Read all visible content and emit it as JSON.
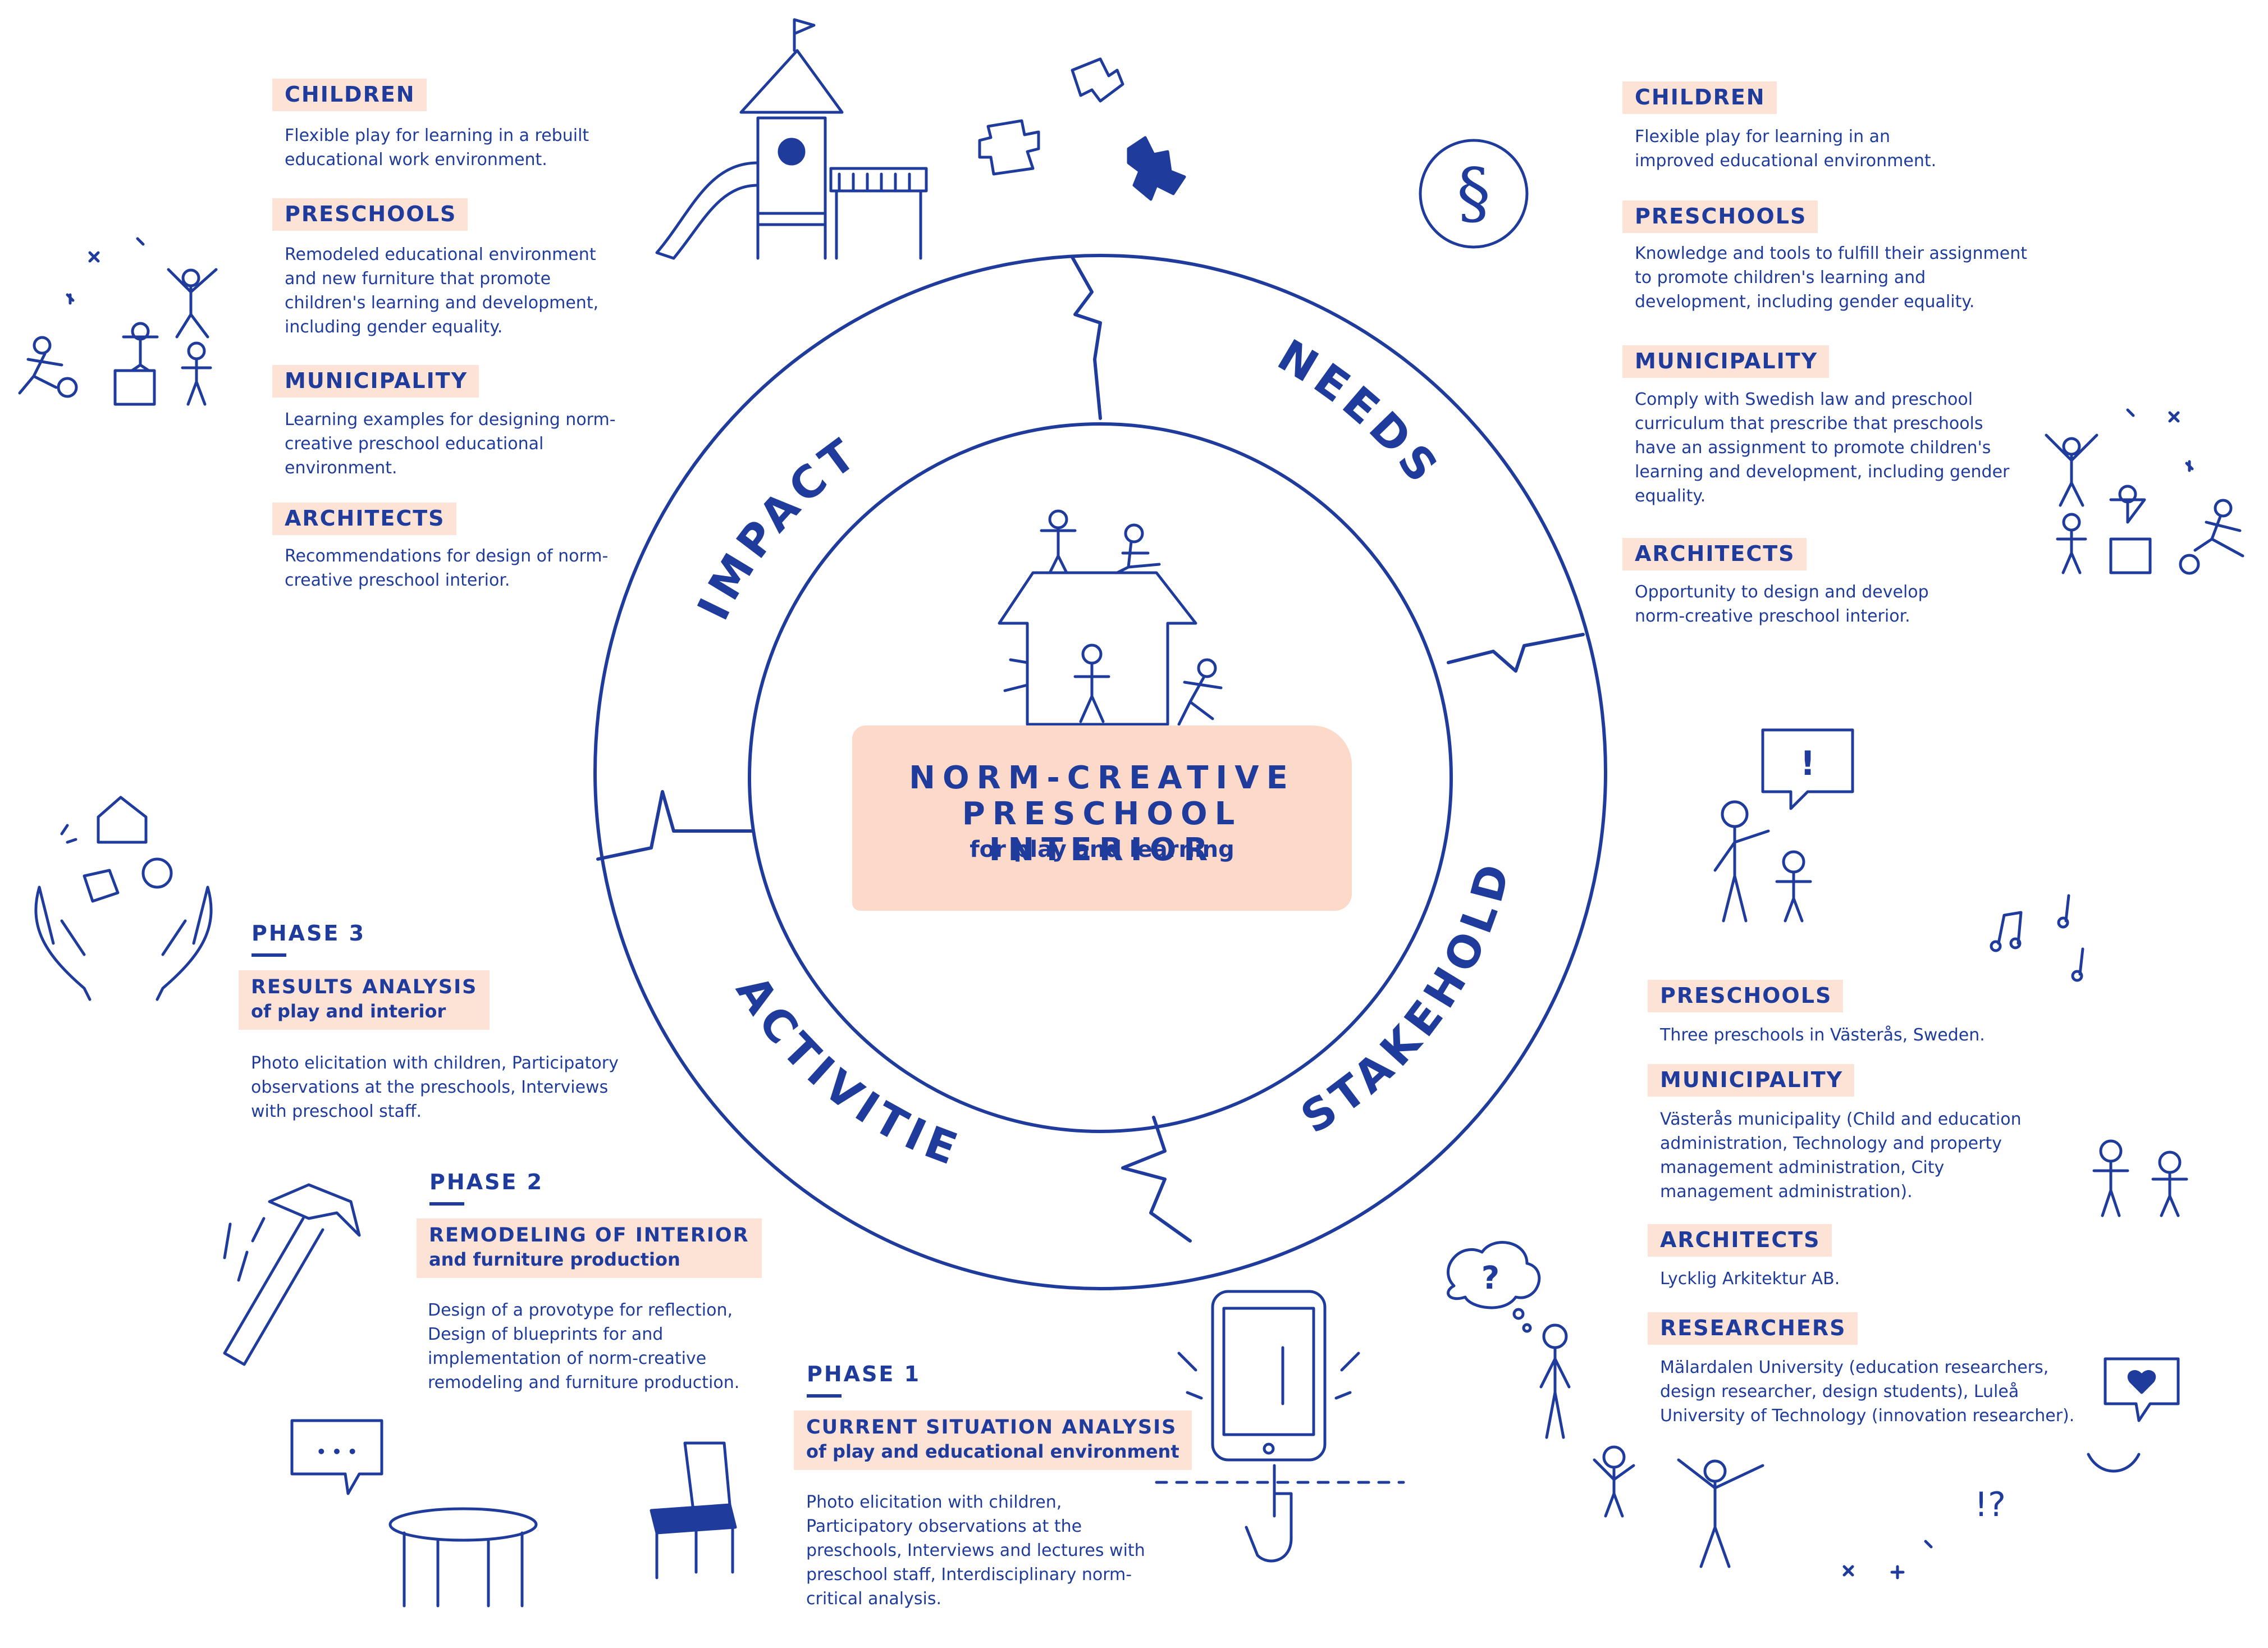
{
  "center": {
    "title": "NORM-CREATIVE\nPRESCHOOL INTERIOR",
    "subtitle": "for play and learning"
  },
  "ring": {
    "impact": "IMPACT",
    "needs": "NEEDS",
    "stakeholders": "STAKEHOLDERS",
    "activities": "ACTIVITIES"
  },
  "impact": {
    "children_label": "CHILDREN",
    "children_text": "Flexible play for learning in a rebuilt educational work environment.",
    "preschools_label": "PRESCHOOLS",
    "preschools_text": "Remodeled educational environment and new furniture that promote children's learning and development, including gender equality.",
    "municipality_label": "MUNICIPALITY",
    "municipality_text": "Learning examples for designing norm-creative preschool educational environment.",
    "architects_label": "ARCHITECTS",
    "architects_text": "Recommendations for design of norm-creative preschool interior."
  },
  "needs": {
    "children_label": "CHILDREN",
    "children_text": "Flexible play for learning in an improved educational environment.",
    "preschools_label": "PRESCHOOLS",
    "preschools_text": "Knowledge and tools to fulfill their assignment to promote children's learning and development, including gender equality.",
    "municipality_label": "MUNICIPALITY",
    "municipality_text": "Comply with Swedish law and preschool curriculum that prescribe that preschools have an assignment to promote children's learning and development, including gender equality.",
    "architects_label": "ARCHITECTS",
    "architects_text": "Opportunity to design and develop norm-creative preschool interior."
  },
  "stakeholders": {
    "preschools_label": "PRESCHOOLS",
    "preschools_text": "Three preschools in Västerås, Sweden.",
    "municipality_label": "MUNICIPALITY",
    "municipality_text": "Västerås municipality (Child and education administration, Technology and property management administration, City management administration).",
    "architects_label": "ARCHITECTS",
    "architects_text": "Lycklig Arkitektur AB.",
    "researchers_label": "RESEARCHERS",
    "researchers_text": "Mälardalen University (education researchers, design researcher, design students), Luleå University of Technology (innovation researcher)."
  },
  "activities": {
    "phase3": {
      "phase": "PHASE 3",
      "title": "RESULTS ANALYSIS",
      "subtitle": "of play and interior",
      "text": "Photo elicitation with children, Participatory observations at the preschools, Interviews with preschool staff."
    },
    "phase2": {
      "phase": "PHASE 2",
      "title": "REMODELING OF INTERIOR",
      "subtitle": "and furniture production",
      "text": "Design of a provotype for reflection, Design of blueprints for and implementation of norm-creative remodeling and furniture production."
    },
    "phase1": {
      "phase": "PHASE 1",
      "title": "CURRENT SITUATION ANALYSIS",
      "subtitle": "of play and educational environment",
      "text": "Photo elicitation with children, Participatory observations at the preschools, Interviews and lectures with preschool staff, Interdisciplinary norm-critical analysis."
    }
  },
  "icons": {
    "section": "§",
    "exclaim": "!",
    "question": "?",
    "dots": "• • •",
    "interrobang": "!?"
  },
  "colors": {
    "primary": "#1f3c9c",
    "tag_background": "#fde3d6",
    "center_background": "#fcd9c8"
  }
}
